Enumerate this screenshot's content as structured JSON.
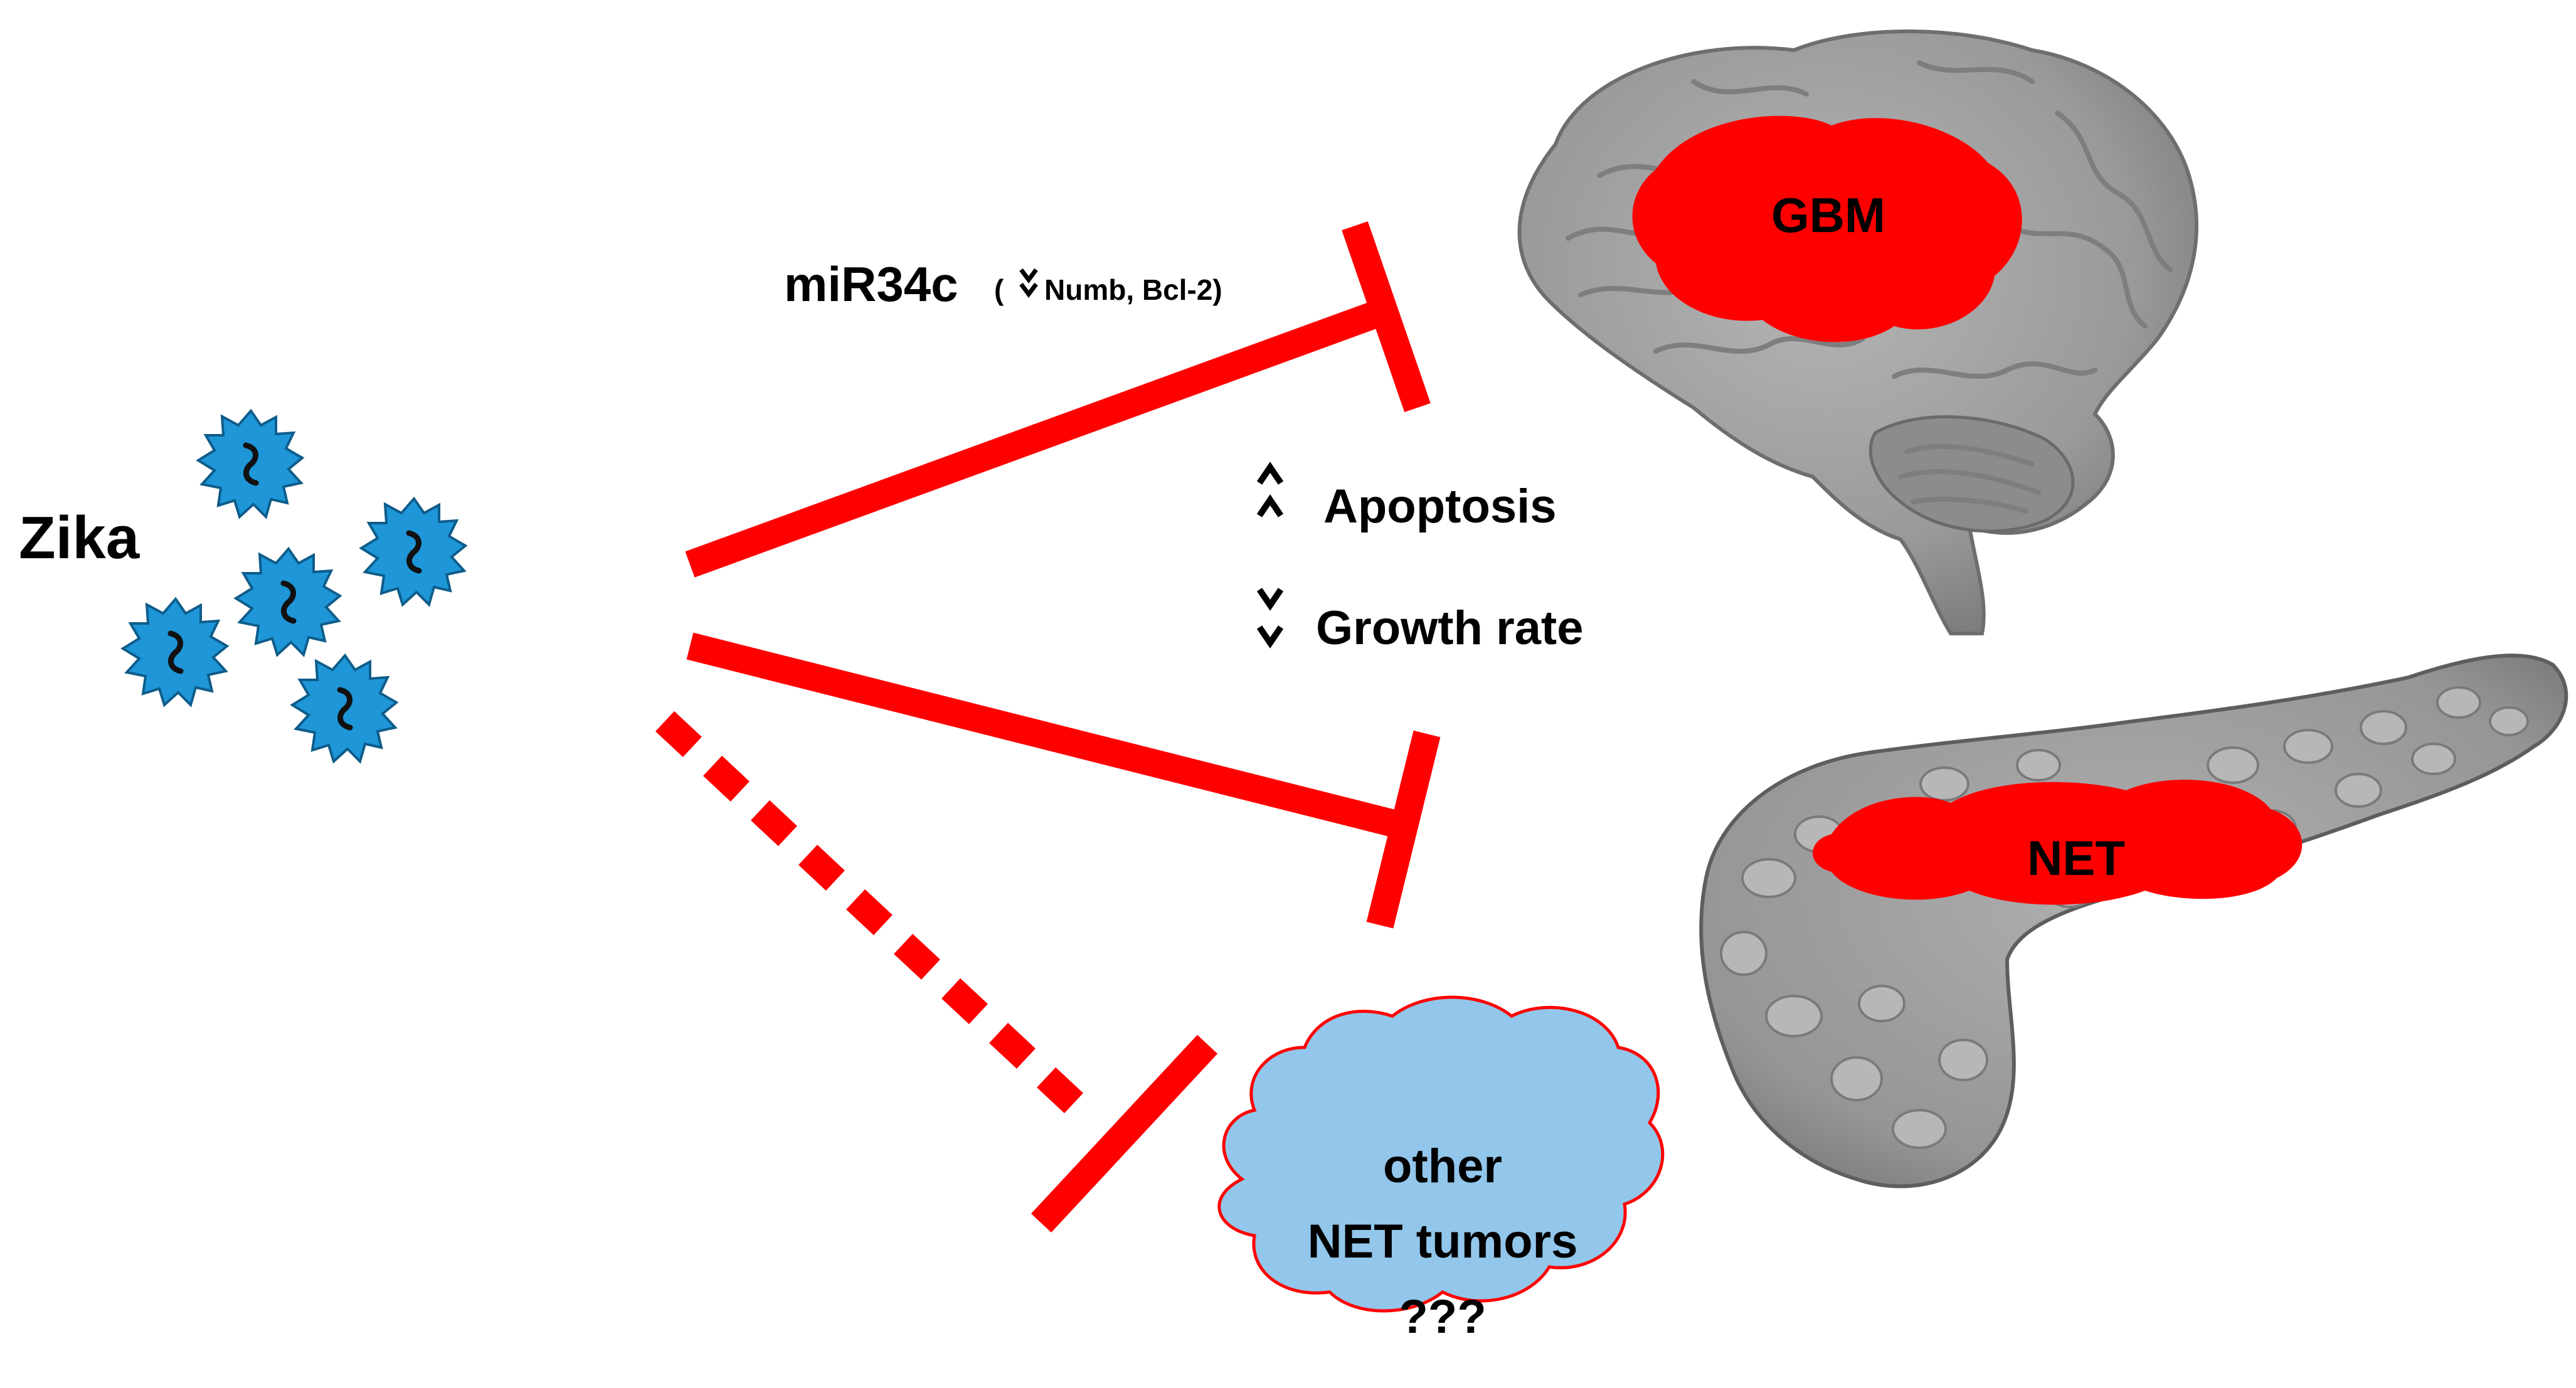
{
  "virus": {
    "label": "Zika"
  },
  "mechanism": {
    "mirna": "miR34c",
    "targets_open": "(",
    "targets": "Numb, Bcl-2)"
  },
  "effects": {
    "apoptosis": "Apoptosis",
    "growth": "Growth rate"
  },
  "tumors": {
    "gbm": "GBM",
    "net": "NET",
    "other_line1": "other",
    "other_line2": "NET tumors",
    "other_line3": "???"
  },
  "colors": {
    "inhibition": "#ff0000",
    "virus": "#1e96d8",
    "organ": "#999999",
    "other_cloud": "#92c6ea"
  },
  "icons": [
    "virus-particle-icon",
    "brain-icon",
    "pancreas-icon",
    "cloud-icon",
    "up-arrow-icon",
    "down-arrow-icon"
  ]
}
